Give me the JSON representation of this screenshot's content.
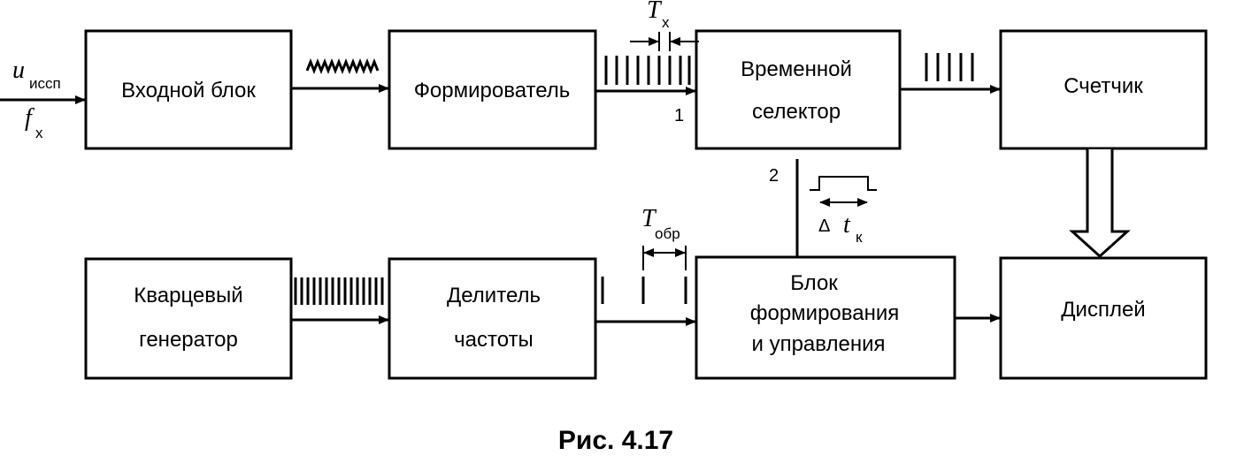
{
  "blocks": {
    "input_block": [
      "Входной блок"
    ],
    "shaper": [
      "Формирователь"
    ],
    "time_selector": [
      "Временной",
      "селектор"
    ],
    "counter": [
      "Счетчик"
    ],
    "quartz": [
      "Кварцевый",
      "генератор"
    ],
    "divider": [
      "Делитель",
      "частоты"
    ],
    "control": [
      "Блок",
      "формирования",
      "и управления"
    ],
    "display": [
      "Дисплей"
    ]
  },
  "labels": {
    "input_u": "u",
    "input_u_sub": "иссп",
    "input_f": "f",
    "input_f_sub": "x",
    "tx": "T",
    "tx_sub": "x",
    "tobr": "T",
    "tobr_sub": "обр",
    "delta": "Δ",
    "delta_t": "t",
    "delta_sub": "к",
    "port1": "1",
    "port2": "2"
  },
  "caption": "Рис. 4.17"
}
